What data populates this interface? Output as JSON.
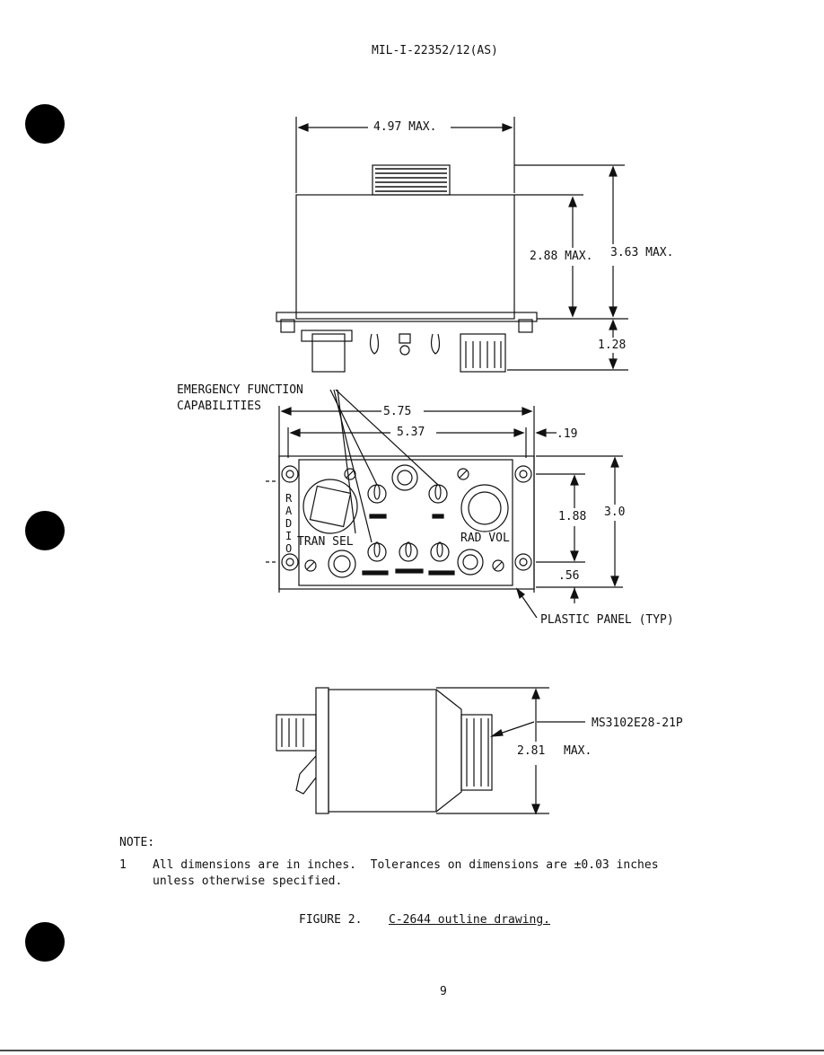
{
  "header": {
    "doc_id": "MIL-I-22352/12(AS)"
  },
  "top_view": {
    "width_dim": "4.97 MAX.",
    "depth_dim_a": "2.88 MAX.",
    "depth_dim_b": "3.63 MAX.",
    "knob_dim": "1.28"
  },
  "front_view": {
    "callout_emergency_line1": "EMERGENCY FUNCTION",
    "callout_emergency_line2": "CAPABILITIES",
    "dim_overall": "5.75",
    "dim_inner": "5.37",
    "dim_edge": ".19",
    "dim_hole_spacing": "1.88",
    "dim_height": "3.0",
    "dim_bottom": ".56",
    "label_radio": "RADIO",
    "label_tran_sel": "TRAN SEL",
    "label_rad_vol": "RAD VOL",
    "callout_plastic": "PLASTIC PANEL (TYP)"
  },
  "side_view": {
    "connector_label": "MS3102E28-21P",
    "height_dim_value": "2.81",
    "height_dim_max": "MAX."
  },
  "note": {
    "heading": "NOTE:",
    "item_number": "1",
    "item_line1": "All dimensions are in inches.  Tolerances on dimensions are ±0.03 inches",
    "item_line2": "unless otherwise specified."
  },
  "caption": {
    "prefix": "FIGURE 2.",
    "title": "C-2644 outline drawing."
  },
  "footer": {
    "page_number": "9"
  }
}
